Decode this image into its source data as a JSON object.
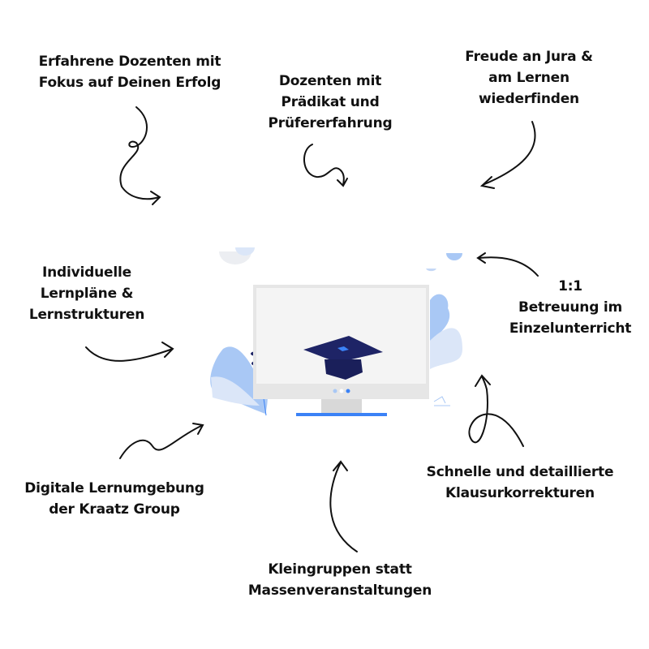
{
  "features": [
    {
      "lines": [
        "Erfahrene Dozenten mit",
        "Fokus auf Deinen Erfolg"
      ]
    },
    {
      "lines": [
        "Dozenten mit",
        "Prädikat und",
        "Prüfererfahrung"
      ]
    },
    {
      "lines": [
        "Freude an Jura &",
        "am Lernen",
        "wiederfinden"
      ]
    },
    {
      "lines": [
        "Individuelle",
        "Lernpläne &",
        "Lernstrukturen"
      ]
    },
    {
      "lines": [
        "1:1",
        "Betreuung im",
        "Einzelunterricht"
      ]
    },
    {
      "lines": [
        "Digitale Lernumgebung",
        "der Kraatz Group"
      ]
    },
    {
      "lines": [
        "Schnelle und detaillierte",
        "Klausurkorrekturen"
      ]
    },
    {
      "lines": [
        "Kleingruppen statt",
        "Massenveranstaltungen"
      ]
    }
  ],
  "colors": {
    "navy": "#1e2466",
    "blue": "#3b82f6",
    "lightblue": "#a9c8f5",
    "screen": "#f2f2f2"
  },
  "illustration_icon": "graduation-cap-on-monitor-icon"
}
